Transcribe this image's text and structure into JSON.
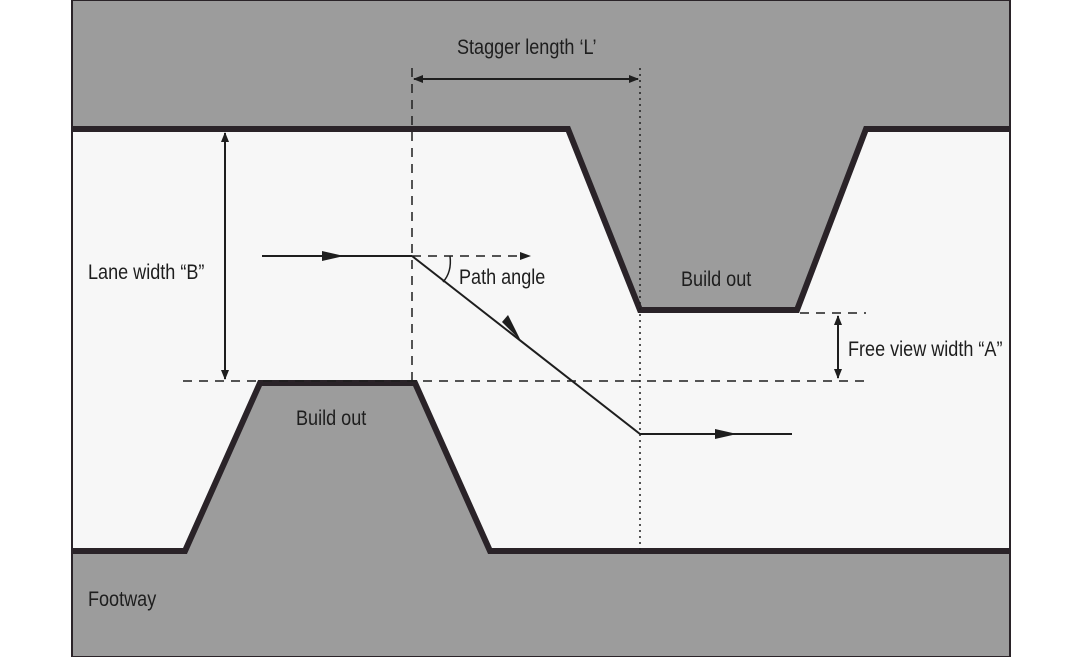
{
  "labels": {
    "stagger_length": "Stagger length ‘L’",
    "lane_width": "Lane width “B”",
    "path_angle": "Path angle",
    "build_out_top": "Build out",
    "build_out_bottom": "Build out",
    "free_view_width": "Free view width “A”",
    "footway": "Footway"
  },
  "colors": {
    "footway_fill": "#9c9c9c",
    "carriageway_fill": "#f7f7f7",
    "kerb_line": "#2a2328",
    "text": "#1e1e1e"
  }
}
